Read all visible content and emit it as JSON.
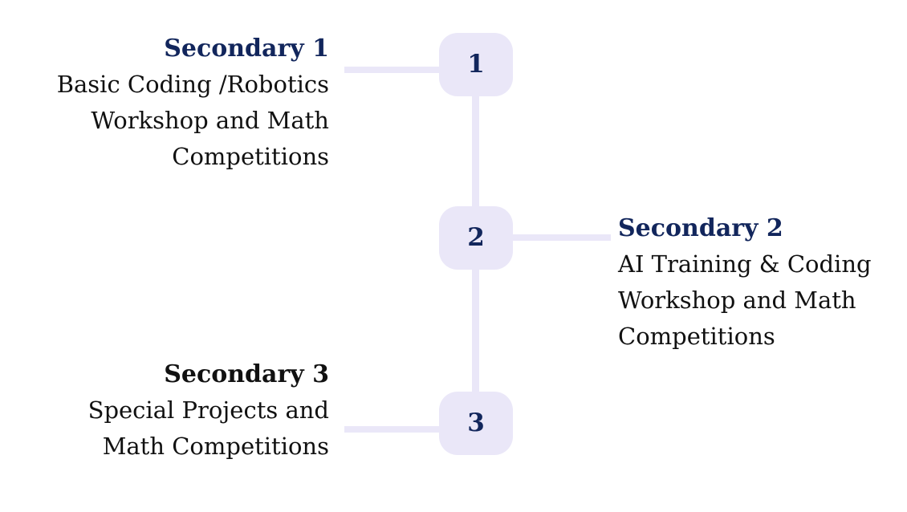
{
  "colors": {
    "background": "#ffffff",
    "node_fill": "#eae7f8",
    "connector": "#eae7f8",
    "heading_navy": "#12265c",
    "heading_black": "#111111",
    "body_text": "#111111",
    "node_number": "#12265c"
  },
  "timeline": {
    "items": [
      {
        "number": "1",
        "title": "Secondary 1",
        "title_color": "#12265c",
        "description_lines": [
          "Basic Coding /Robotics",
          "Workshop and Math",
          "Competitions"
        ],
        "side": "left"
      },
      {
        "number": "2",
        "title": "Secondary 2",
        "title_color": "#12265c",
        "description_lines": [
          "AI Training & Coding",
          "Workshop and Math",
          "Competitions"
        ],
        "side": "right"
      },
      {
        "number": "3",
        "title": "Secondary 3",
        "title_color": "#111111",
        "description_lines": [
          "Special Projects and",
          "Math Competitions"
        ],
        "side": "left"
      }
    ]
  }
}
